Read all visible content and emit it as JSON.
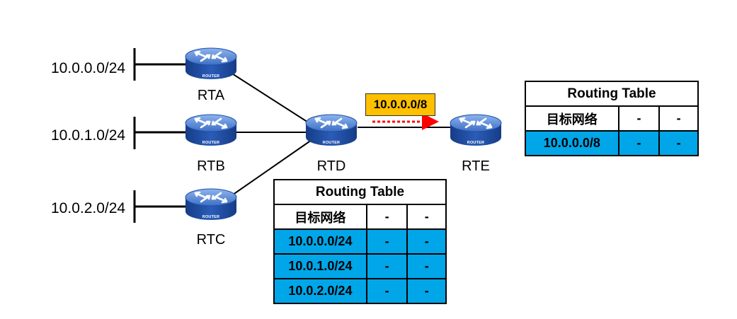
{
  "networks": [
    {
      "id": "net-a",
      "label": "10.0.0.0/24"
    },
    {
      "id": "net-b",
      "label": "10.0.1.0/24"
    },
    {
      "id": "net-c",
      "label": "10.0.2.0/24"
    }
  ],
  "routers": [
    {
      "id": "rta",
      "label": "RTA",
      "caption": "ROUTER"
    },
    {
      "id": "rtb",
      "label": "RTB",
      "caption": "ROUTER"
    },
    {
      "id": "rtc",
      "label": "RTC",
      "caption": "ROUTER"
    },
    {
      "id": "rtd",
      "label": "RTD",
      "caption": "ROUTER"
    },
    {
      "id": "rte",
      "label": "RTE",
      "caption": "ROUTER"
    }
  ],
  "summary_route": {
    "label": "10.0.0.0/8",
    "color": "#ffc000",
    "arrow_color": "#ff0000"
  },
  "rtd_table": {
    "title": "Routing Table",
    "header": [
      "目标网络",
      "-",
      "-"
    ],
    "rows": [
      [
        "10.0.0.0/24",
        "-",
        "-"
      ],
      [
        "10.0.1.0/24",
        "-",
        "-"
      ],
      [
        "10.0.2.0/24",
        "-",
        "-"
      ]
    ]
  },
  "rte_table": {
    "title": "Routing Table",
    "header": [
      "目标网络",
      "-",
      "-"
    ],
    "rows": [
      [
        "10.0.0.0/8",
        "-",
        "-"
      ]
    ]
  },
  "colors": {
    "router_body": "#1f4fa8",
    "router_top": "#6c9ce0",
    "table_row": "#00a6e8"
  }
}
